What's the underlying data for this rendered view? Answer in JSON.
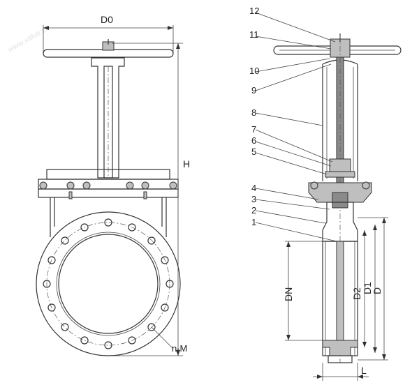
{
  "watermark": "www.valve.cn",
  "front_view": {
    "dim_d0": "D0",
    "dim_h": "H",
    "bolt_callout": "n-M"
  },
  "side_view": {
    "parts": [
      "1",
      "2",
      "3",
      "4",
      "5",
      "6",
      "7",
      "8",
      "9",
      "10",
      "11",
      "12"
    ],
    "dim_dn": "DN",
    "dim_d2": "D2",
    "dim_d1": "D1",
    "dim_d": "D",
    "dim_l": "L"
  },
  "colors": {
    "line": "#333333",
    "fill_light": "#bfbfbf",
    "fill_dark": "#8a8a8a"
  }
}
